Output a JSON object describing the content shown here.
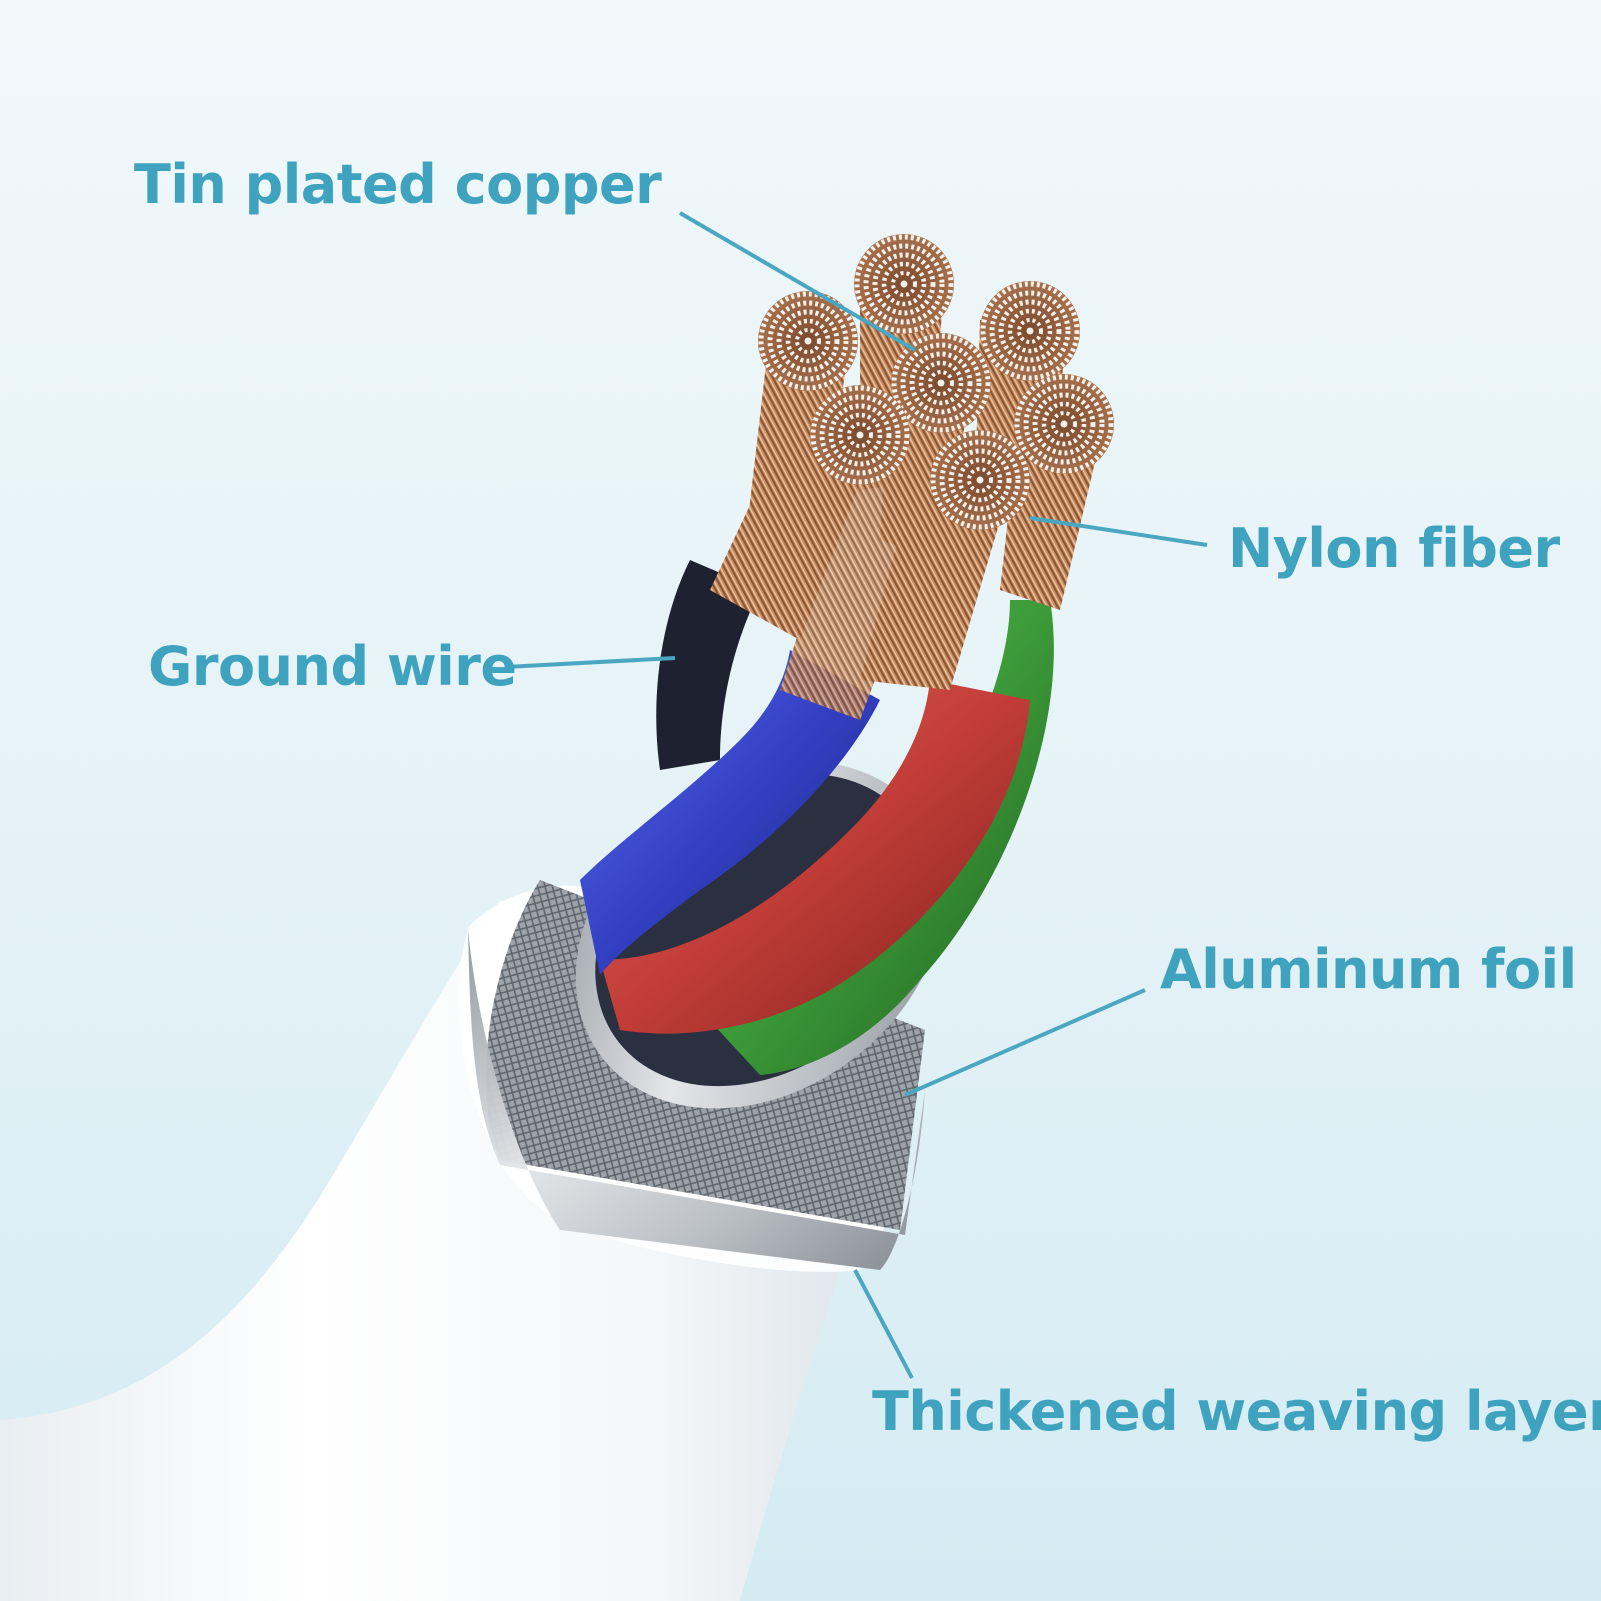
{
  "labels": {
    "tin_plated_copper": "Tin plated copper",
    "nylon_fiber": "Nylon fiber",
    "ground_wire": "Ground wire",
    "aluminum_foil": "Aluminum foil",
    "thickened_weaving_layer": "Thickened weaving layer"
  },
  "colors": {
    "label": "#3fa3bf",
    "leader_line": "#4aa7c2",
    "copper": "#b9805a",
    "wire_blue": "#3b4bc8",
    "wire_red": "#c9463f",
    "wire_green": "#3f9e3c",
    "wire_black": "#1e2230",
    "jacket": "#ffffff",
    "braid": "#a9adb2"
  }
}
